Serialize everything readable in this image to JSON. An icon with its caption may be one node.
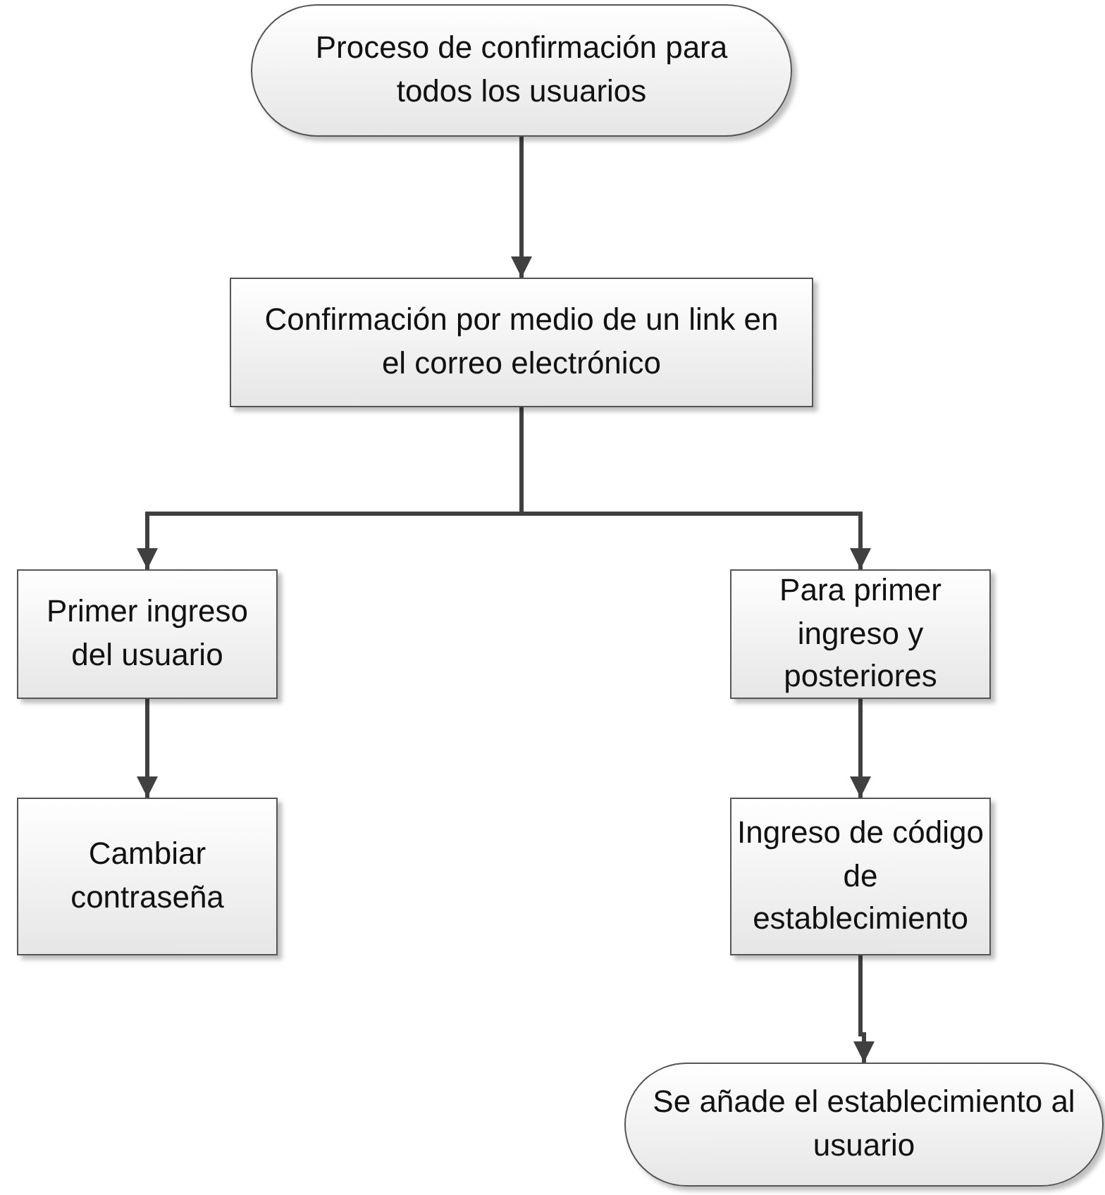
{
  "diagram": {
    "nodes": [
      {
        "text": [
          "Proceso de confirmación para todos los usuarios"
        ]
      },
      {
        "text": [
          "Confirmación por medio de un link en el correo electrónico"
        ]
      },
      {
        "text": [
          "Primer ingreso del usuario"
        ]
      },
      {
        "text": [
          "Cambiar contraseña"
        ]
      },
      {
        "text": [
          "Para primer ingreso y posteriores"
        ]
      },
      {
        "text": [
          "Ingreso de código de establecimiento"
        ]
      },
      {
        "text": [
          "Se añade el establecimiento al usuario"
        ]
      }
    ],
    "edges": [
      {
        "from": 0,
        "to": 1,
        "arrow": "to"
      },
      {
        "from": 1,
        "to": 2,
        "arrow": "to"
      },
      {
        "from": 1,
        "to": 4,
        "arrow": "to"
      },
      {
        "from": 2,
        "to": 3,
        "arrow": "to"
      },
      {
        "from": 4,
        "to": 5,
        "arrow": "to"
      },
      {
        "from": 5,
        "to": 6,
        "arrow": "to"
      }
    ]
  }
}
